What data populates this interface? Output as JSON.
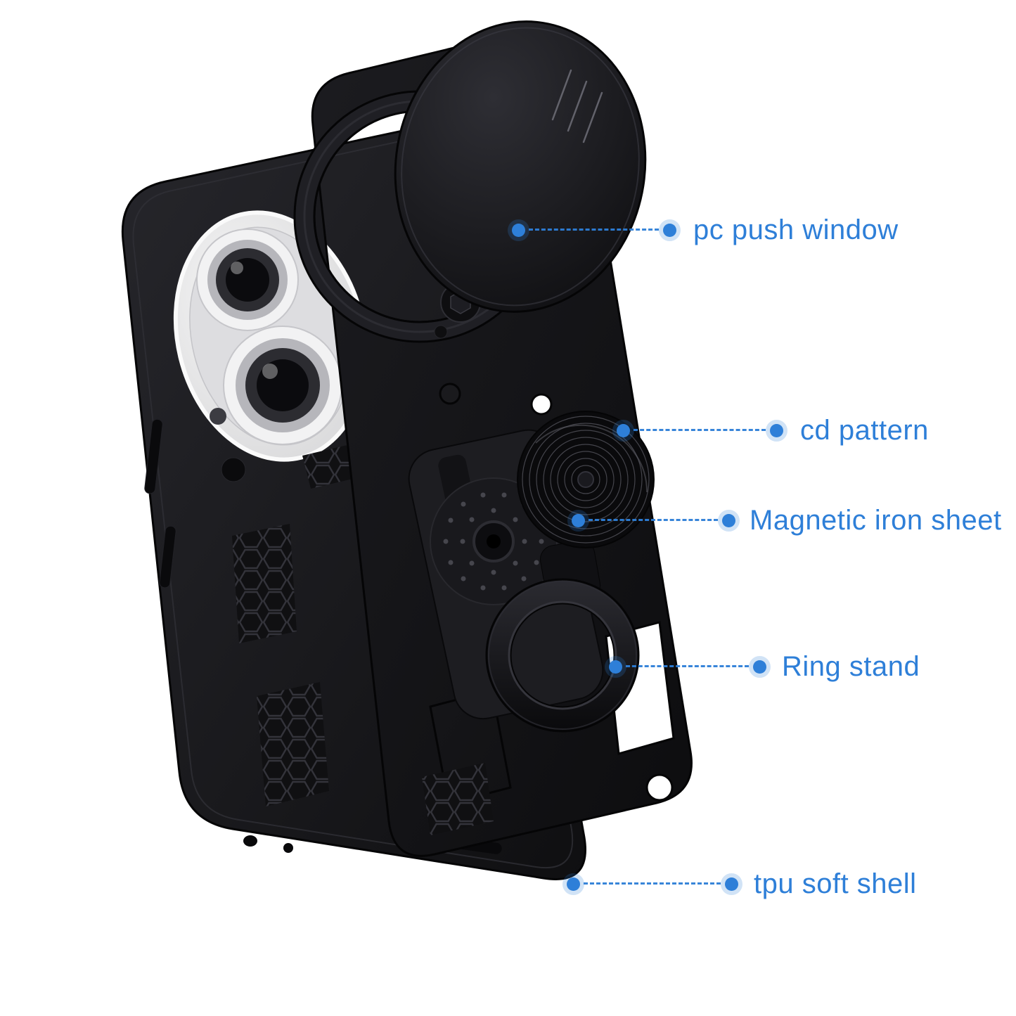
{
  "colors": {
    "accent": "#2e7fd8",
    "background": "#ffffff",
    "case_black": "#121214"
  },
  "annotations": [
    {
      "label": "pc push window"
    },
    {
      "label": "cd pattern"
    },
    {
      "label": "Magnetic iron sheet"
    },
    {
      "label": "Ring stand"
    },
    {
      "label": "tpu soft shell"
    }
  ]
}
